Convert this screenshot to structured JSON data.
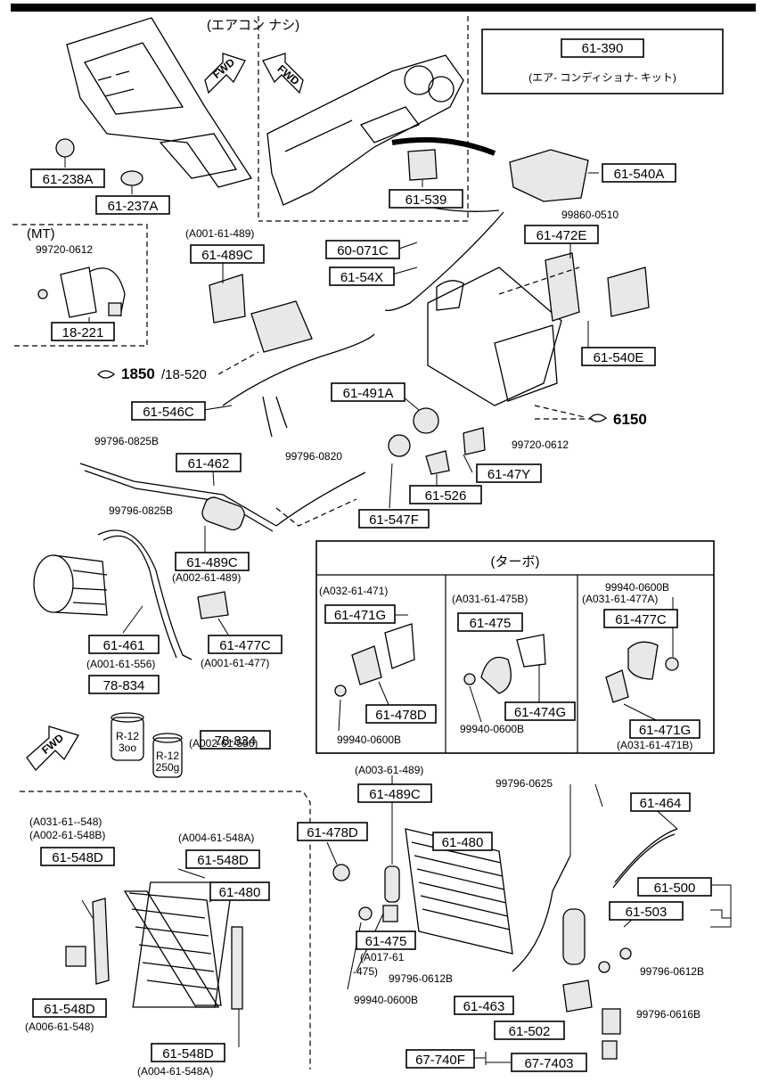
{
  "header": {
    "no_ac_note": "(エアコン ナシ)",
    "mt_note": "(MT)",
    "kit_code": "61-390",
    "kit_name": "(エア- コンディショナ- キット)",
    "turbo_note": "(ターボ)"
  },
  "fwd_arrows": [
    "FWD",
    "FWD",
    "FWD"
  ],
  "reference_marks": [
    {
      "num": "1850",
      "suffix": "/18-520"
    },
    {
      "num": "6150",
      "suffix": ""
    }
  ],
  "part_labels": {
    "p61_238A": "61-238A",
    "p61_237A": "61-237A",
    "p61_539": "61-539",
    "p61_540A": "61-540A",
    "p61_472E": "61-472E",
    "p60_071C": "60-071C",
    "p61_54X": "61-54X",
    "p18_221": "18-221",
    "p61_489C_a": "61-489C",
    "p61_540E": "61-540E",
    "p61_491A": "61-491A",
    "p61_546C": "61-546C",
    "p61_462": "61-462",
    "p61_47Y": "61-47Y",
    "p61_526": "61-526",
    "p61_547F": "61-547F",
    "p61_489C_b": "61-489C",
    "p61_461": "61-461",
    "p61_477C_a": "61-477C",
    "p78_834_a": "78-834",
    "p78_834_b": "78-834",
    "p61_471G_a": "61-471G",
    "p61_478D_a": "61-478D",
    "p61_475_a": "61-475",
    "p61_474G": "61-474G",
    "p61_477C_b": "61-477C",
    "p61_471G_b": "61-471G",
    "p61_489C_c": "61-489C",
    "p61_480_a": "61-480",
    "p61_464": "61-464",
    "p61_478D_b": "61-478D",
    "p61_500": "61-500",
    "p61_503": "61-503",
    "p61_475_b": "61-475",
    "p61_463": "61-463",
    "p61_502": "61-502",
    "p67_740F": "67-740F",
    "p67_7403": "67-7403",
    "p61_548D_a": "61-548D",
    "p61_548D_b": "61-548D",
    "p61_480_b": "61-480",
    "p61_548D_c": "61-548D",
    "p61_548D_d": "61-548D"
  },
  "bolt_numbers": {
    "b99860_0510": "99860-0510",
    "b99720_0612_a": "99720-0612",
    "b99720_0612_b": "99720-0612",
    "b99796_0825B_a": "99796-0825B",
    "b99796_0825B_b": "99796-0825B",
    "b99796_0820": "99796-0820",
    "b99940_0600B_a": "99940-0600B",
    "b99940_0600B_b": "99940-0600B",
    "b99940_0600B_c": "99940-0600B",
    "b99940_0600B_d": "99940-0600B",
    "b99796_0625": "99796-0625",
    "b99796_0612B_a": "99796-0612B",
    "b99796_0612B_b": "99796-0612B",
    "b99796_0616B": "99796-0616B"
  },
  "alt_codes": {
    "a001_61_489": "(A001-61-489)",
    "a002_61_489": "(A002-61-489)",
    "a001_61_556": "(A001-61-556)",
    "a001_61_477": "(A001-61-477)",
    "a002_61_556": "(A002-61-556)",
    "a032_61_471": "(A032-61-471)",
    "a031_61_475B": "(A031-61-475B)",
    "a031_61_477A": "(A031-61-477A)",
    "a031_61_471B": "(A031-61-471B)",
    "a003_61_489": "(A003-61-489)",
    "a017_61": "(A017-61",
    "a017_475": "-475)",
    "a031_61_548": "(A031-61--548)",
    "a002_61_548B": "(A002-61-548B)",
    "a004_61_548A_a": "(A004-61-548A)",
    "a006_61_548": "(A006-61-548)",
    "a004_61_548A_b": "(A004-61-548A)"
  },
  "can_labels": {
    "can1_line1": "R-12",
    "can1_line2": "3oo",
    "can2_line1": "R-12",
    "can2_line2": "250g"
  }
}
